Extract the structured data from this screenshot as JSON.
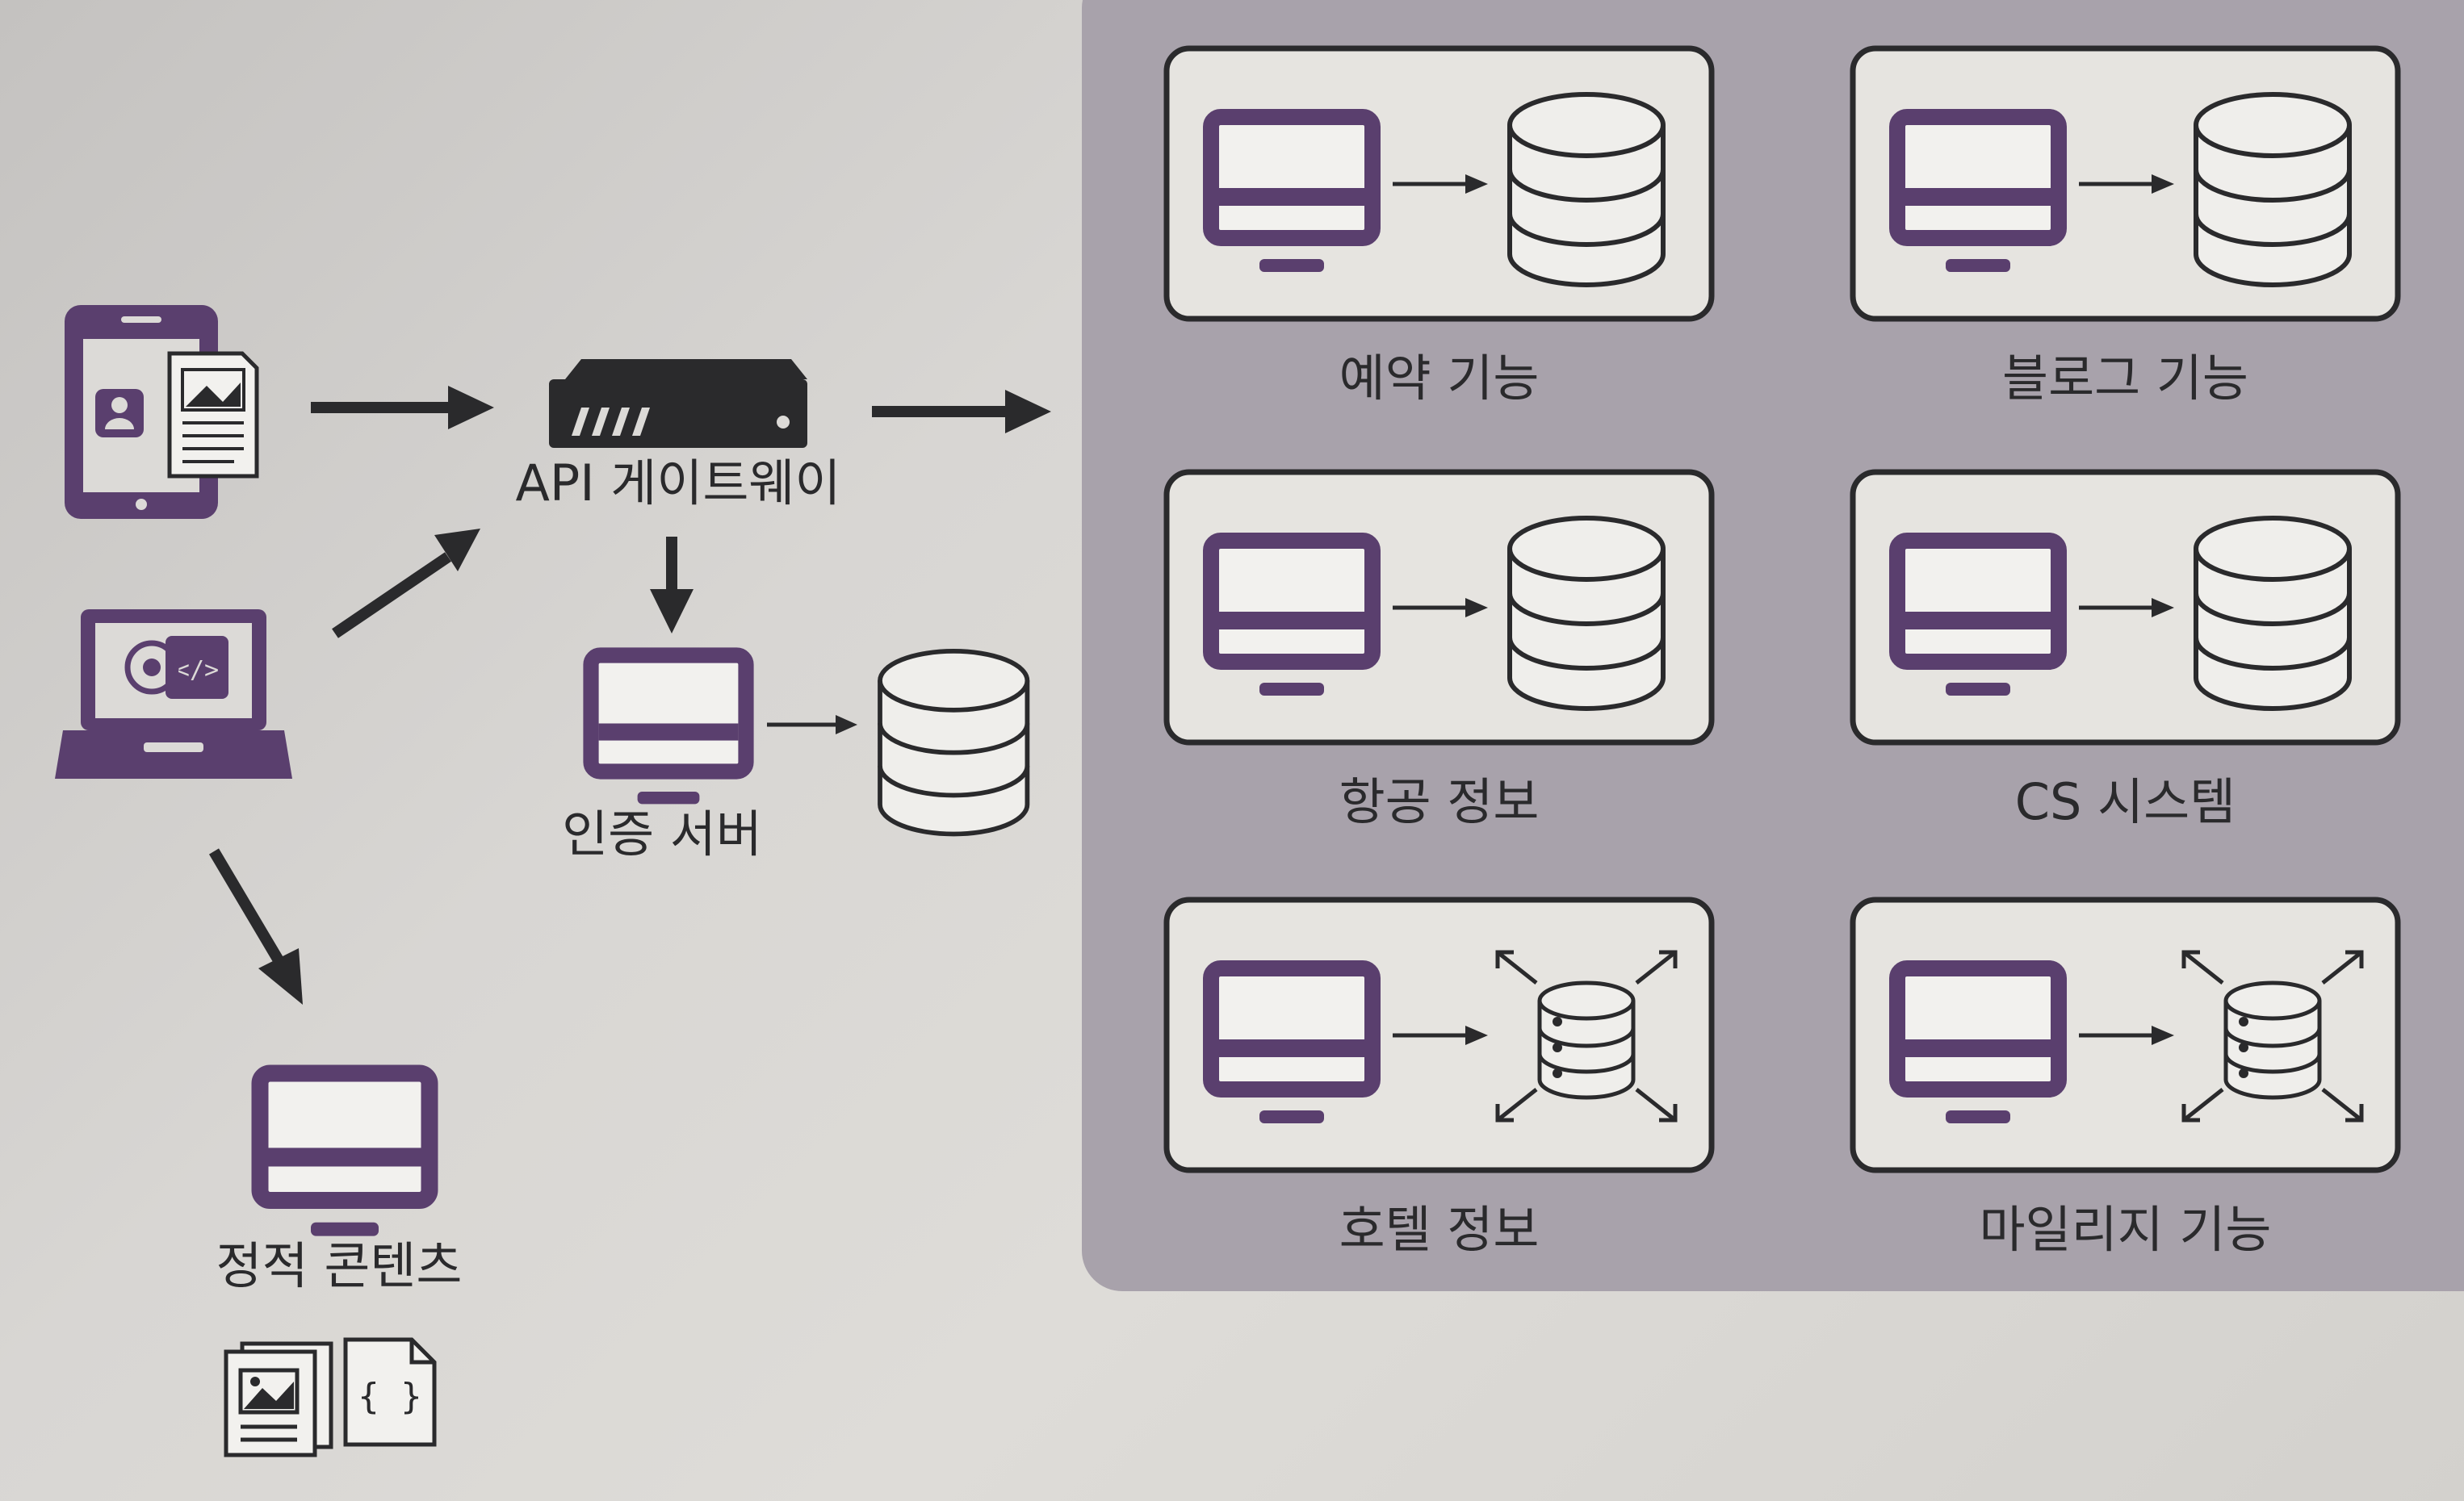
{
  "labels": {
    "api_gateway": "API 게이트웨이",
    "auth_server": "인증 서버",
    "static_content": "정적 콘텐츠"
  },
  "icons": {
    "mobile": "mobile-phone-icon",
    "laptop": "laptop-icon",
    "gateway": "gateway-server-icon",
    "monitor": "monitor-icon",
    "database": "database-icon",
    "distributed_database": "distributed-database-icon",
    "image_file": "image-file-icon",
    "code_file": "code-file-icon"
  },
  "services": [
    {
      "label": "예약 기능",
      "db": "database"
    },
    {
      "label": "블로그 기능",
      "db": "database"
    },
    {
      "label": "항공 정보",
      "db": "database"
    },
    {
      "label": "CS 시스템",
      "db": "database"
    },
    {
      "label": "호텔 정보",
      "db": "distributed"
    },
    {
      "label": "마일리지 기능",
      "db": "distributed"
    }
  ],
  "colors": {
    "accent": "#5a3f6e",
    "panel": "#a8a2ab",
    "ink": "#2a2a2c"
  }
}
